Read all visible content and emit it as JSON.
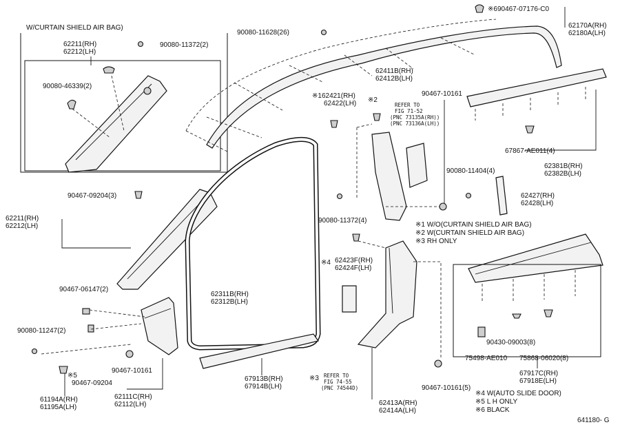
{
  "diagram_id": "641180- G",
  "labels": {
    "curtain_box_title": "W/CURTAIN SHIELD AIR BAG)",
    "p90467_07176": "※690467-07176-C0",
    "p62170A": "62170A(RH)",
    "p62180A": "62180A(LH)",
    "p90080_11628": "90080-11628(26)",
    "p62211_top_rh": "62211(RH)",
    "p62212_top_lh": "62212(LH)",
    "p90080_11372_2": "90080-11372(2)",
    "p90080_46339": "90080-46339(2)",
    "p62411B": "62411B(RH)",
    "p62412B": "62412B(LH)",
    "p62421": "※162421(RH)",
    "p62422": "62422(LH)",
    "mark2": "※2",
    "p90467_10161_top": "90467-10161",
    "refer1_a": "REFER TO",
    "refer1_b": "FIG 71-52",
    "refer1_c": "(PNC 73135A(RH))",
    "refer1_d": "(PNC 73136A(LH))",
    "p67867": "67867-AE011(4)",
    "p62381B": "62381B(RH)",
    "p62382B": "62382B(LH)",
    "p90080_11404": "90080-11404(4)",
    "p62427": "62427(RH)",
    "p62428": "62428(LH)",
    "p90467_09204_3": "90467-09204(3)",
    "p62211_mid_rh": "62211(RH)",
    "p62212_mid_lh": "62212(LH)",
    "p90080_11372_4": "90080-11372(4)",
    "note1": "※1  W/O(CURTAIN SHIELD AIR BAG)",
    "note2": "※2  W(CURTAIN SHIELD AIR BAG)",
    "note3": "※3 RH ONLY",
    "mark4": "※4",
    "p62423": "62423F(RH)",
    "p62424": "62424F(LH)",
    "p90467_06147": "90467-06147(2)",
    "p62311B": "62311B(RH)",
    "p62312B": "62312B(LH)",
    "p90080_11247": "90080-11247(2)",
    "mark5": "※5",
    "p90467_09204": "90467-09204",
    "p90467_10161_low": "90467-10161",
    "p61194A": "61194A(RH)",
    "p61195A": "61195A(LH)",
    "p62111C": "62111C(RH)",
    "p62112": "62112(LH)",
    "p67913B": "67913B(RH)",
    "p67914B": "67914B(LH)",
    "mark3": "※3",
    "refer2_a": "REFER TO",
    "refer2_b": "FIG 74-55",
    "refer2_c": "(PNC 74544D)",
    "p90467_10161_5": "90467-10161(5)",
    "p62413A": "62413A(RH)",
    "p62414A": "62414A(LH)",
    "p90430_09003": "90430-09003(8)",
    "p75498": "75498-AE010",
    "p75868": "75868-06020(8)",
    "p67917C": "67917C(RH)",
    "p67918E": "67918E(LH)",
    "note4": "※4 W(AUTO SLIDE DOOR)",
    "note5": "※5 L H ONLY",
    "note6": "※6  BLACK"
  }
}
